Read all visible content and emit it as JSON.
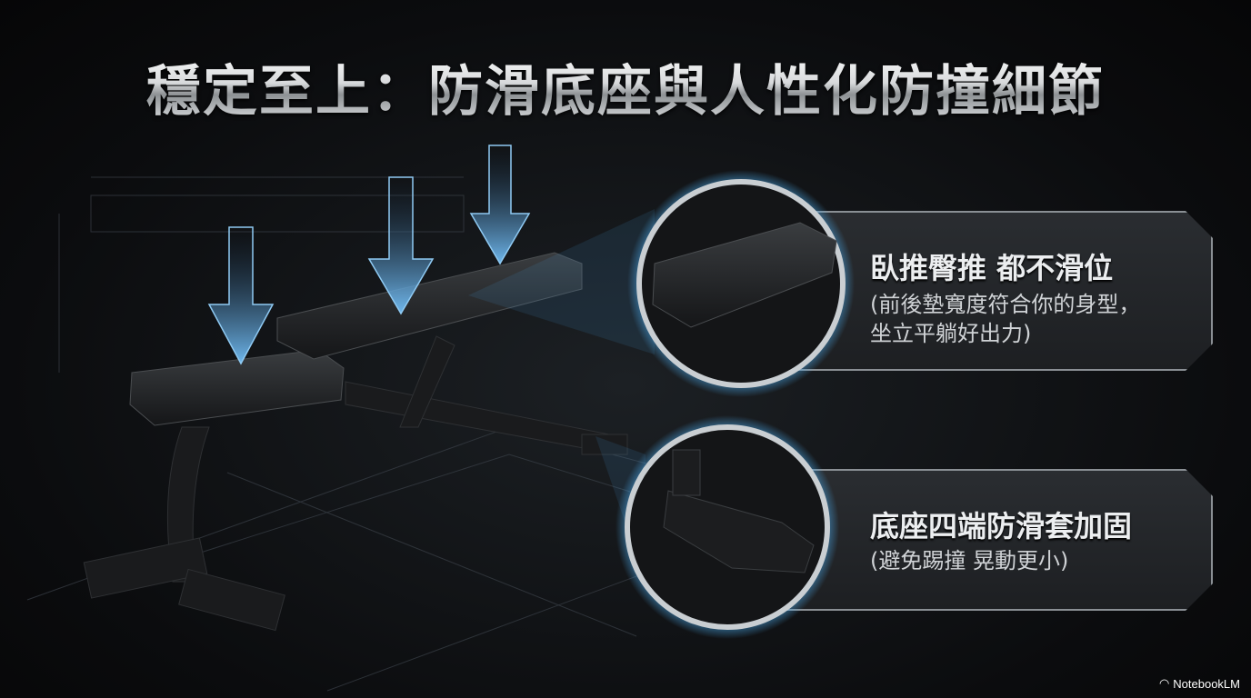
{
  "title": "穩定至上：防滑底座與人性化防撞細節",
  "callouts": [
    {
      "heading": "臥推臀推 都不滑位",
      "detail_line1": "(前後墊寬度符合你的身型，",
      "detail_line2": "坐立平躺好出力)"
    },
    {
      "heading": "底座四端防滑套加固",
      "detail_line1": "(避免踢撞 晃動更小)"
    }
  ],
  "logo": "NotebookLM",
  "colors": {
    "accent_glow": "#4aa8e8",
    "panel_border": "#8a8f94",
    "background": "#0b0c0e"
  }
}
